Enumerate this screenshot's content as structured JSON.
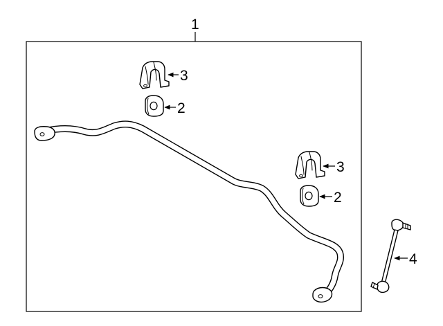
{
  "diagram": {
    "callouts": {
      "assembly": "1",
      "bushing_upper": "2",
      "bracket_upper": "3",
      "bushing_lower": "2",
      "bracket_lower": "3",
      "link": "4"
    },
    "icons": [
      "stabilizer-bar-icon",
      "bushing-icon",
      "bushing-bracket-icon",
      "stabilizer-link-icon"
    ],
    "colors": {
      "line": "#000000",
      "background": "#ffffff"
    }
  }
}
